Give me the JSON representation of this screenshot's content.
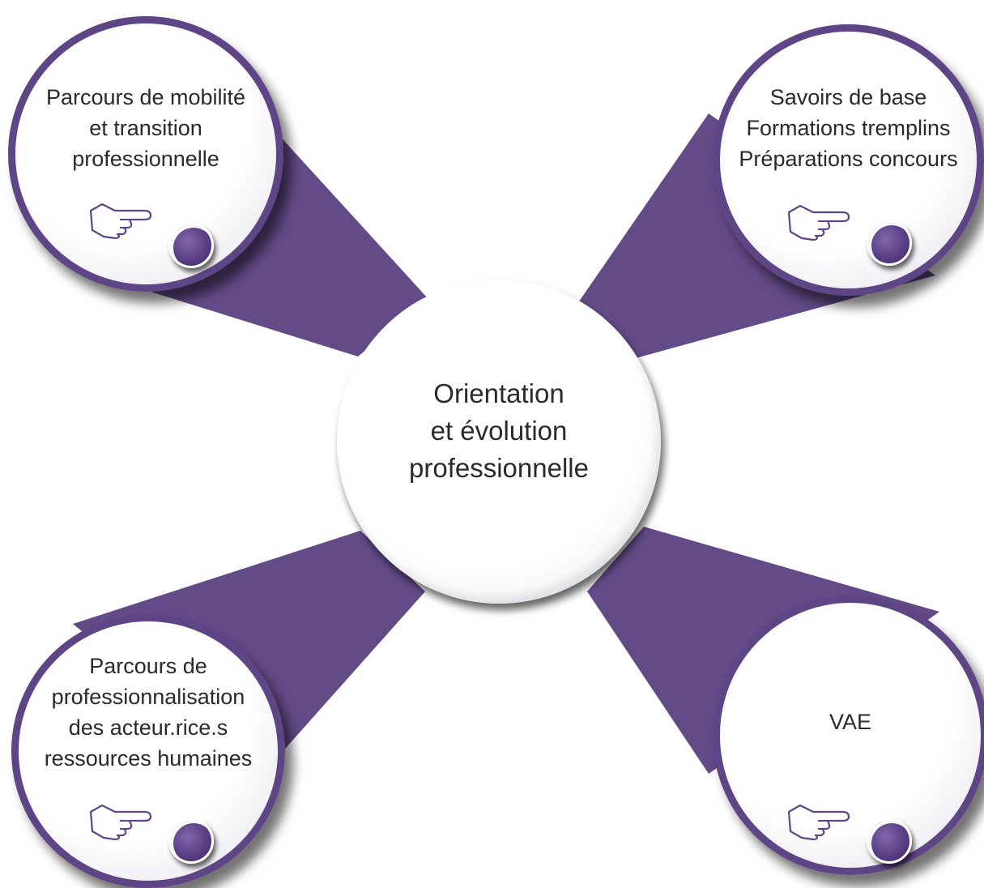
{
  "center": {
    "lines": [
      "Orientation",
      "et évolution",
      "professionnelle"
    ]
  },
  "nodes": {
    "top_left": {
      "lines": [
        "Parcours de mobilité",
        "et transition",
        "professionnelle"
      ],
      "has_link": true
    },
    "top_right": {
      "lines": [
        "Savoirs de base",
        "Formations tremplins",
        "Préparations concours"
      ],
      "has_link": true
    },
    "bottom_left": {
      "lines": [
        "Parcours de",
        "professionnalisation",
        "des acteur.rice.s",
        "ressources humaines"
      ],
      "has_link": true
    },
    "bottom_right": {
      "lines": [
        "VAE"
      ],
      "has_link": true
    }
  },
  "colors": {
    "accent": "#5e4585",
    "connector": "#634b88",
    "text": "#2a2a2a",
    "background": "#ffffff"
  },
  "icons": {
    "link_hand": "pointing-hand-icon",
    "link_button": "purple-button-icon"
  }
}
